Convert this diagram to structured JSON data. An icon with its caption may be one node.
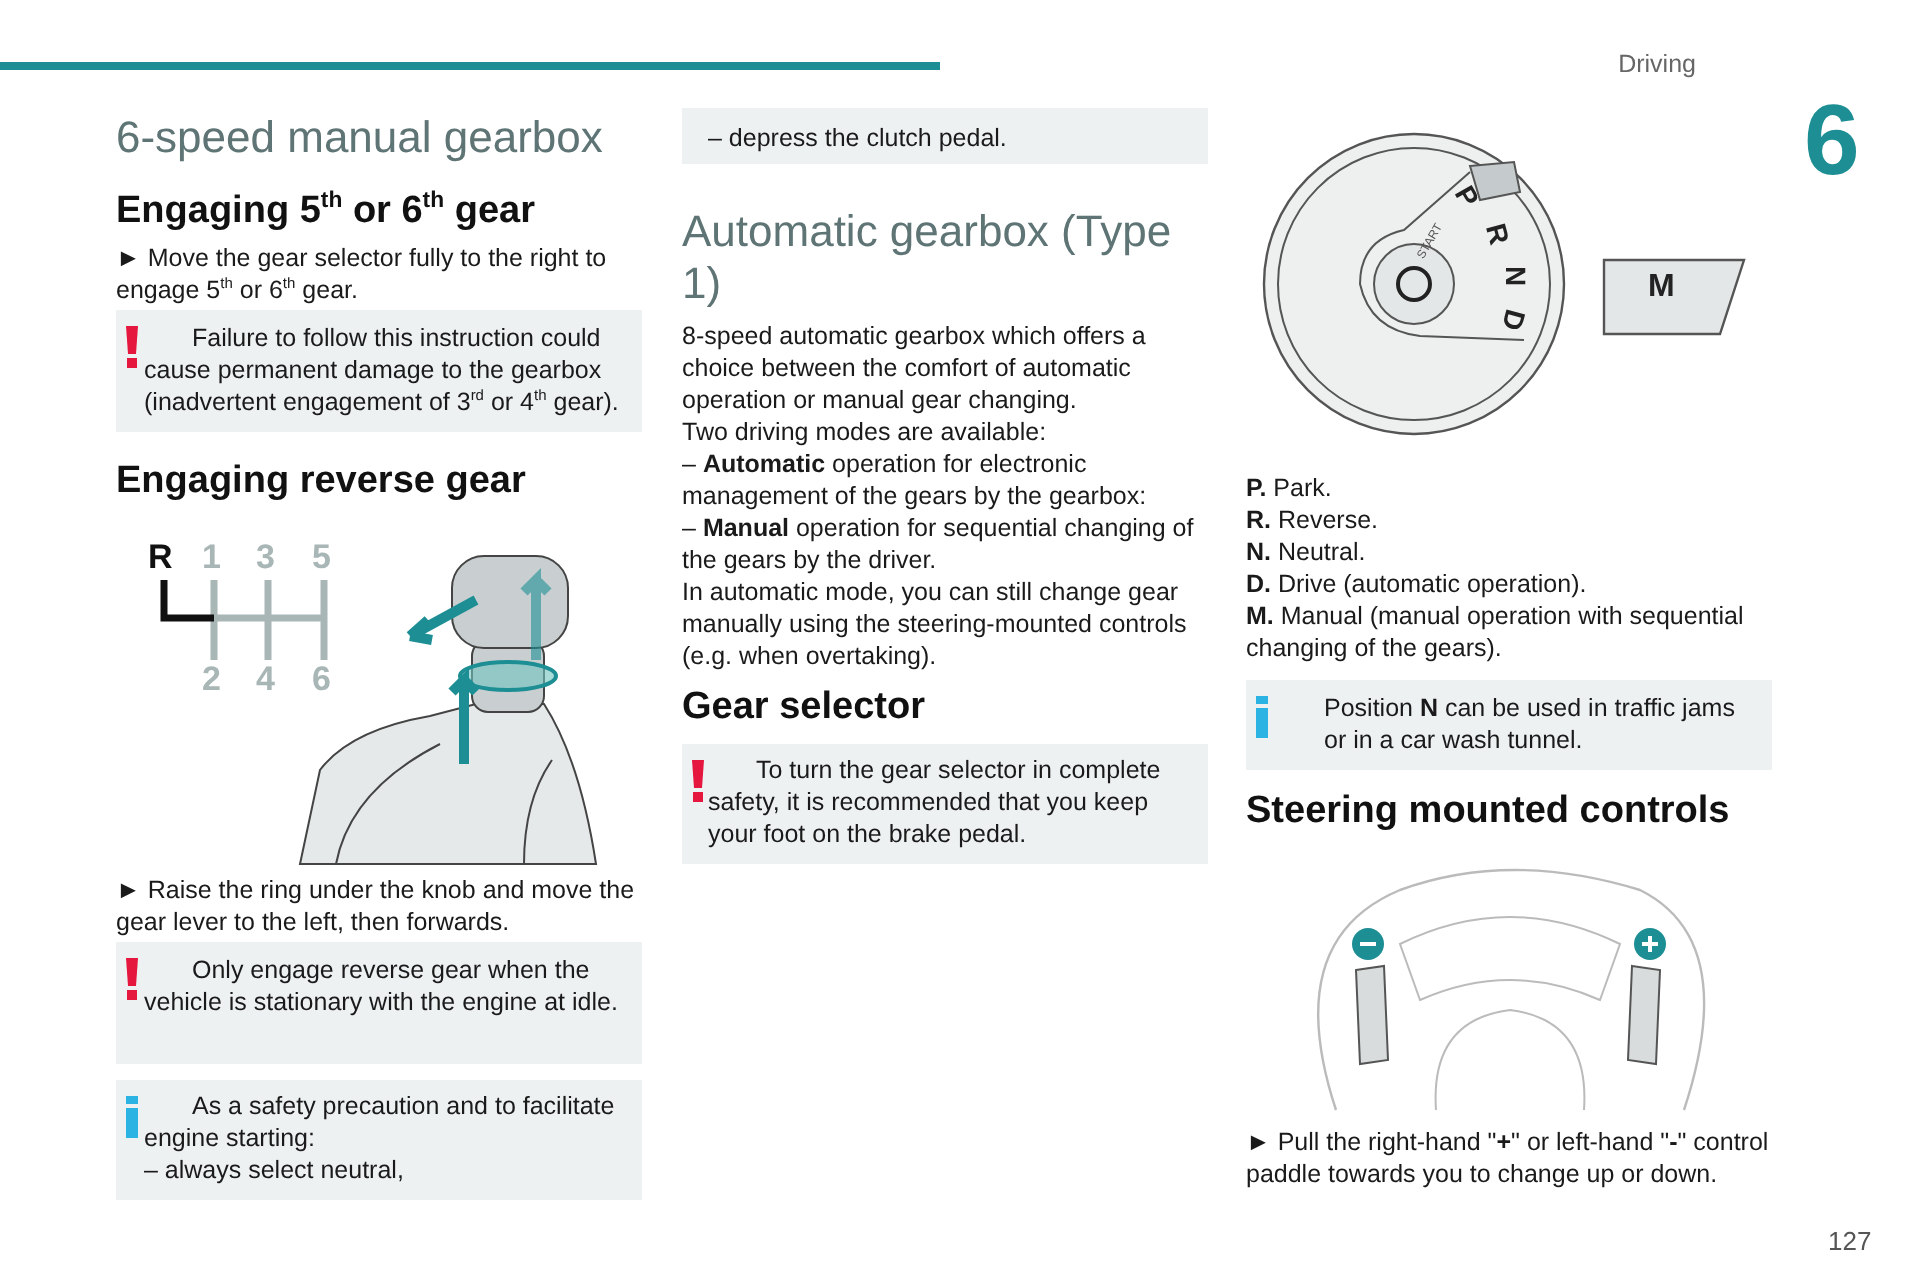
{
  "diagram": {
    "labels": [
      "Driving",
      "6",
      "6-speed manual gearbox",
      "Engaging 5$^{th}$ or 6$^{th}$ gear",
      "► Move the gear selector fully to the right to engage 5$^{th}$ or 6$^{th}$ gear.",
      "Failure to follow this instruction could cause permanent damage to the gearbox (inadvertent engagement of 3$^{rd}$ or 4$^{th}$ gear).",
      "Engaging reverse gear",
      "R",
      "1",
      "3",
      "5",
      "2",
      "4",
      "6",
      "► Raise the ring under the knob and move the gear lever to the left, then forwards.",
      "Only engage reverse gear when the vehicle is stationary with the engine at idle.",
      "As a safety precaution and to facilitate engine starting:",
      "– always select neutral,",
      "– depress the clutch pedal.",
      "Automatic gearbox (Type 1)",
      "8-speed automatic gearbox which offers a choice between the comfort of automatic operation or manual gear changing.",
      "Two driving modes are available:",
      "– **Automatic** operation for electronic management of the gears by the gearbox:",
      "– **Manual** operation for sequential changing of the gears by the driver.",
      "In automatic mode, you can still change gear manually using the steering-mounted controls (e.g. when overtaking).",
      "Gear selector",
      "To turn the gear selector in complete safety, it is recommended that you keep your foot on the brake pedal.",
      "P",
      "R",
      "N",
      "D",
      "START",
      "M",
      "**P.** Park.",
      "**R.** Reverse.",
      "**N.** Neutral.",
      "**D.** Drive (automatic operation).",
      "**M.** Manual (manual operation with sequential changing of the gears).",
      "Position **N** can be used in traffic jams or in a car wash tunnel.",
      "Steering mounted controls",
      "► Pull the right-hand \"**+**\" or left-hand \"**-**\" control paddle towards you to change up or down.",
      "127"
    ]
  }
}
